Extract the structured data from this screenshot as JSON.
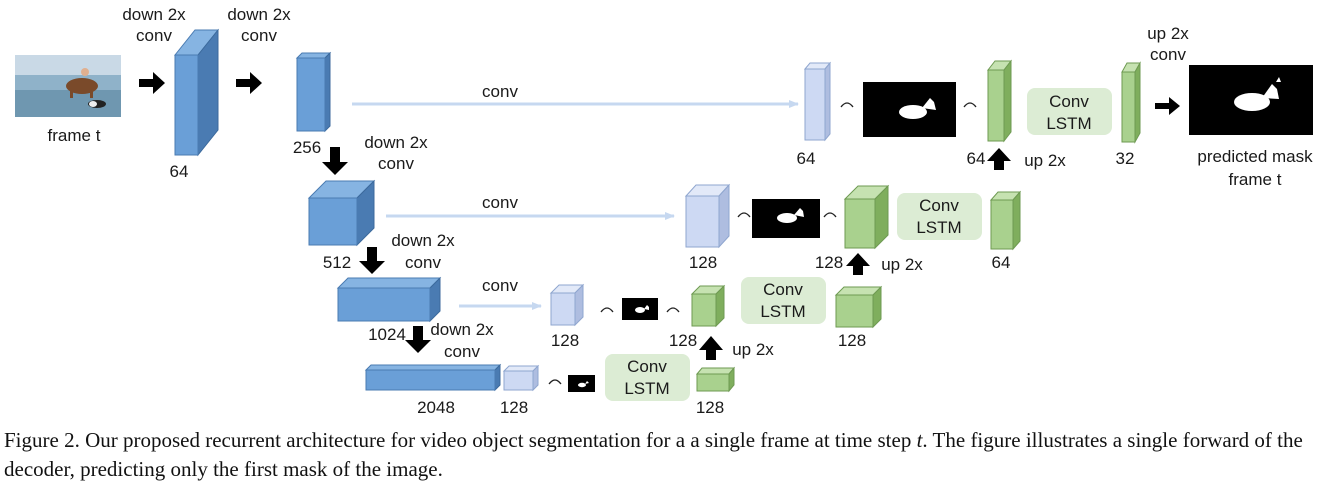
{
  "labels": {
    "frame_t": "frame t",
    "down2x": "down 2x",
    "conv": "conv",
    "up2x": "up 2x",
    "conv_lstm_line1": "Conv",
    "conv_lstm_line2": "LSTM",
    "predicted_mask": "predicted mask",
    "predicted_frame": "frame t"
  },
  "encoder": {
    "enc1_channels": "64",
    "enc2_channels": "256",
    "enc3_channels": "512",
    "enc4_channels": "1024",
    "enc5_channels": "2048"
  },
  "skip": {
    "s1_channels": "64",
    "s2_channels": "128",
    "s3_channels": "128",
    "s4_channels": "128"
  },
  "decoder": {
    "d_top_in": "64",
    "d_top_out": "32",
    "d_l1_in": "128",
    "d_l1_out": "64",
    "d_l2_in": "128",
    "d_l2_out": "128",
    "d_l3_out": "128"
  },
  "caption": {
    "prefix": "Figure 2. Our proposed recurrent architecture for video object segmentation for a a single frame at time step ",
    "var": "t",
    "suffix": ". The figure illustrates a single forward of the decoder, predicting only the first mask of the image."
  },
  "colors": {
    "encoder_front": "#6a9fd7",
    "encoder_side": "#4a7bb2",
    "skip_front": "#cdd9f3",
    "decoder_front": "#a9d18e",
    "lstm_box": "#dcecd4",
    "skip_arrow": "#c6d8f0"
  }
}
